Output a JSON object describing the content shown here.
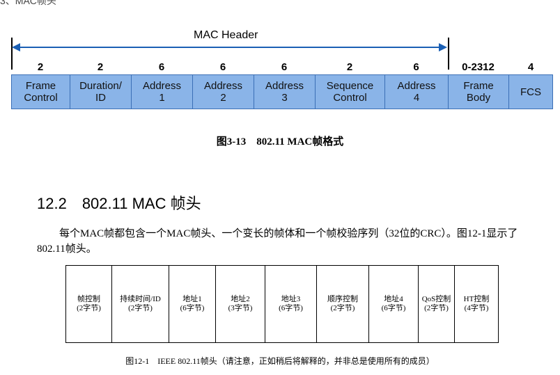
{
  "top_caption": "3、MAC帧头",
  "figure1": {
    "header_label": "MAC Header",
    "fields": [
      {
        "size": "2",
        "label": "Frame\nControl"
      },
      {
        "size": "2",
        "label": "Duration/\nID"
      },
      {
        "size": "6",
        "label": "Address\n1"
      },
      {
        "size": "6",
        "label": "Address\n2"
      },
      {
        "size": "6",
        "label": "Address\n3"
      },
      {
        "size": "2",
        "label": "Sequence\nControl"
      },
      {
        "size": "6",
        "label": "Address\n4"
      },
      {
        "size": "0-2312",
        "label": "Frame\nBody"
      },
      {
        "size": "4",
        "label": "FCS"
      }
    ],
    "caption": "图3-13　802.11 MAC帧格式"
  },
  "section": {
    "title": "12.2　802.11 MAC 帧头",
    "paragraph": "每个MAC帧都包含一个MAC帧头、一个变长的帧体和一个帧校验序列（32位的CRC）。图12-1显示了802.11帧头。"
  },
  "figure2": {
    "cells": [
      {
        "name": "帧控制",
        "size": "(2字节)"
      },
      {
        "name": "持续时间/ID",
        "size": "(2字节)"
      },
      {
        "name": "地址1",
        "size": "(6字节)"
      },
      {
        "name": "地址2",
        "size": "(3字节)"
      },
      {
        "name": "地址3",
        "size": "(6字节)"
      },
      {
        "name": "顺序控制",
        "size": "(2字节)"
      },
      {
        "name": "地址4",
        "size": "(6字节)"
      },
      {
        "name": "QoS控制",
        "size": "(2字节)"
      },
      {
        "name": "HT控制",
        "size": "(4字节)"
      }
    ],
    "caption": "图12-1　IEEE 802.11帧头（请注意，正如稍后将解释的，并非总是使用所有的成员）"
  },
  "colors": {
    "field_fill": "#8ab4e8",
    "arrow": "#1a5fb4"
  }
}
